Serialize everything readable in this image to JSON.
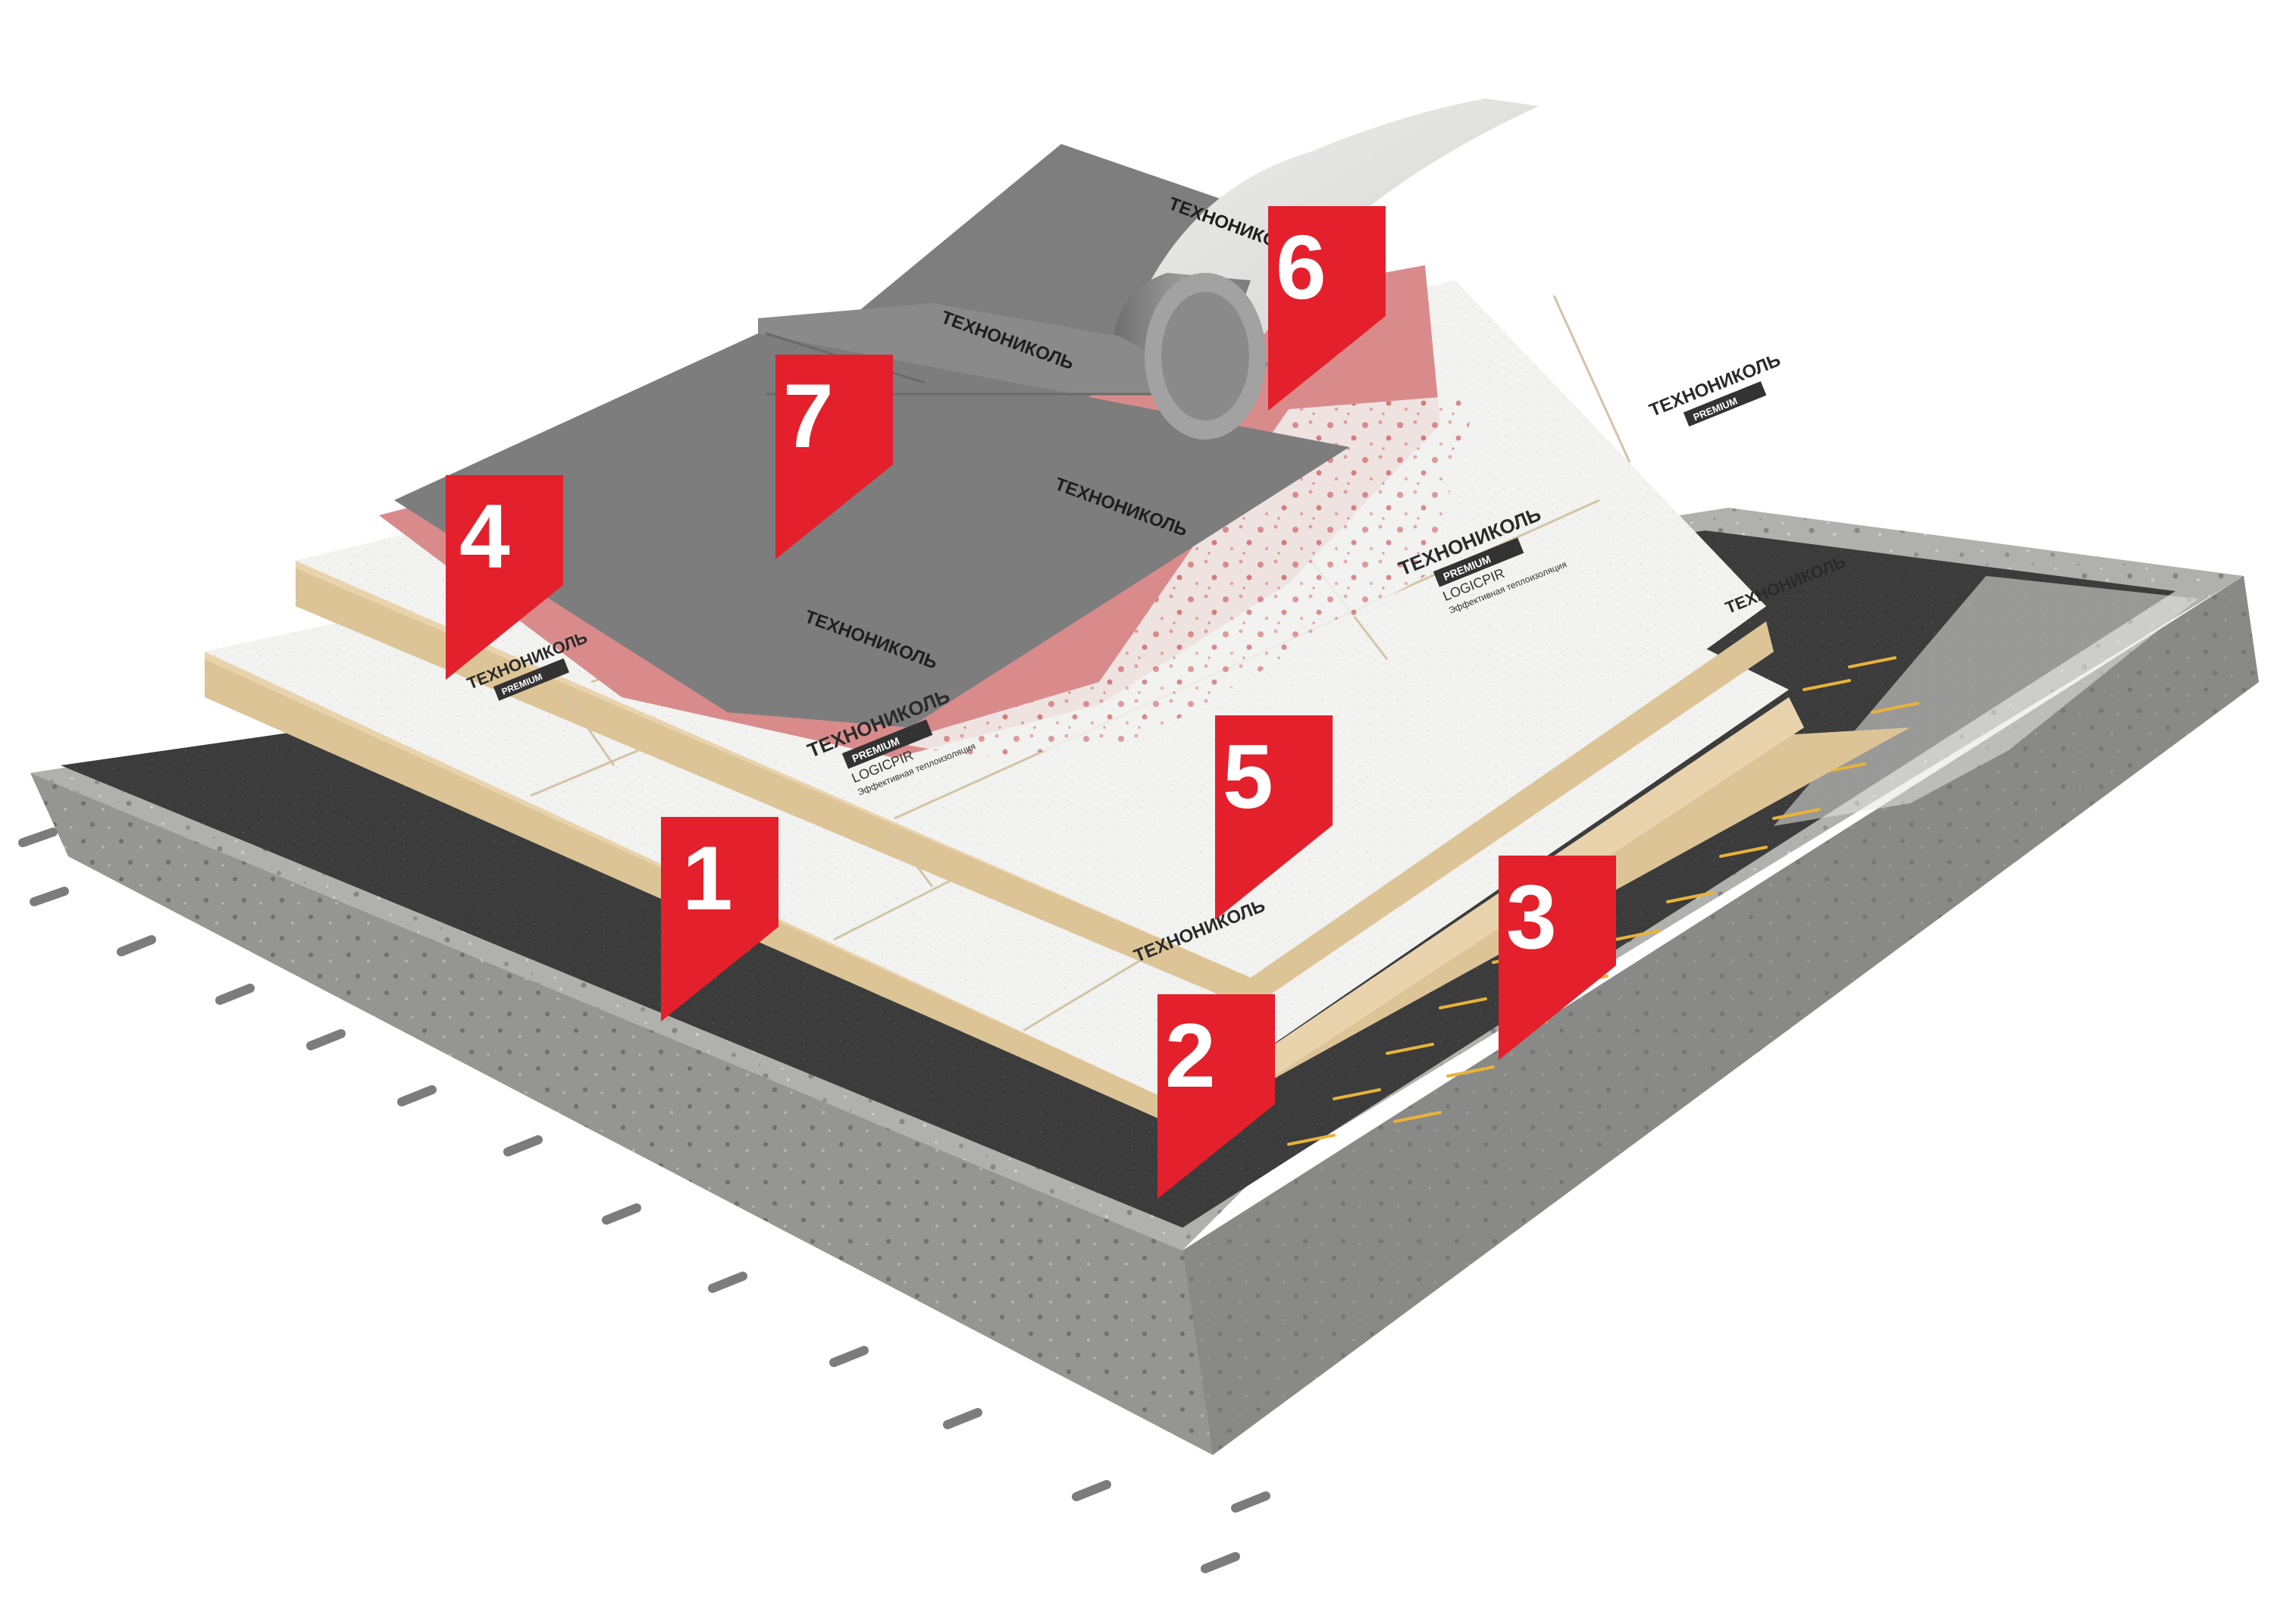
{
  "colors": {
    "concrete": "#a9a9a7",
    "concrete_side": "#8e8e8c",
    "bitumen": "#3b3b3b",
    "insulation_face": "#f1f1ef",
    "insulation_edge": "#e8d3ad",
    "membrane": "#7d7d7d",
    "primer": "#d98b8b",
    "marker_red": "#e3202b",
    "glue": "#e8b33a"
  },
  "board": {
    "brand": "ТЕХНОНИКОЛЬ",
    "line": "PREMIUM",
    "product": "LOGICPIR",
    "tagline": "Эффективная теплоизоляция"
  },
  "membrane": {
    "brand": "ТЕХНОНИКОЛЬ"
  },
  "markers": [
    {
      "id": "1",
      "label": "1"
    },
    {
      "id": "2",
      "label": "2"
    },
    {
      "id": "3",
      "label": "3"
    },
    {
      "id": "4",
      "label": "4"
    },
    {
      "id": "5",
      "label": "5"
    },
    {
      "id": "6",
      "label": "6"
    },
    {
      "id": "7",
      "label": "7"
    }
  ]
}
